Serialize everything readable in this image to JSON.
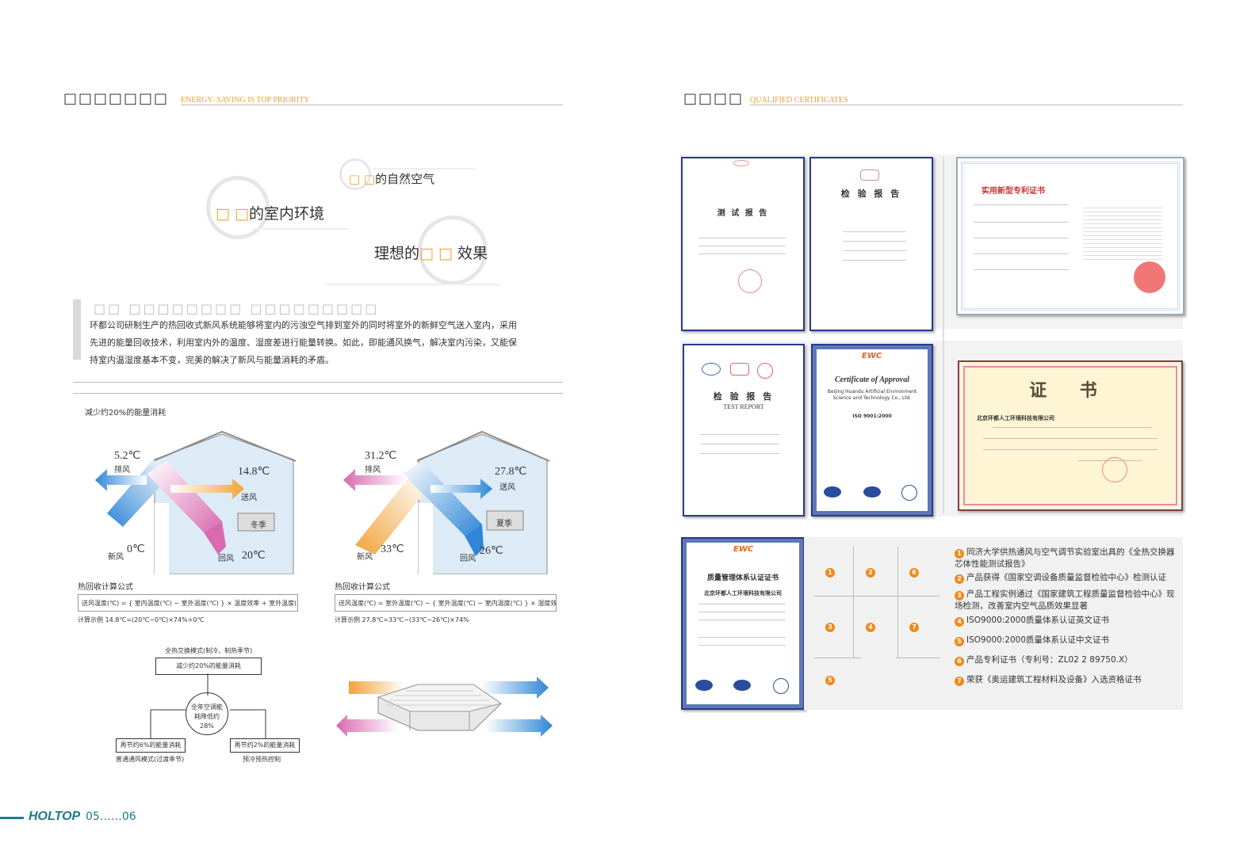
{
  "left": {
    "title_cn": "□□□□□□□",
    "title_en": "ENERGY- SAVING IS TOP PRIORITY",
    "slogans": {
      "s1_hl": "□ □",
      "s1": "的自然空气",
      "s2_hl": "□ □",
      "s2": "的室内环境",
      "s3_a": "理想的",
      "s3_hl": "□ □",
      "s3_b": "效果"
    },
    "section_heading": "□□ □□□□□□□□ □□□□□□□□□",
    "paragraph": "环都公司研制生产的热回收式新风系统能够将室内的污浊空气排到室外的同时将室外的新鲜空气送入室内，采用先进的能量回收技术，利用室内外的温度、湿度差进行能量转换。如此，即能通风换气，解决室内污染，又能保持室内温湿度基本不变，完美的解决了新风与能量消耗的矛盾。",
    "reduce_label": "减少约20%的能量消耗",
    "winter": {
      "exhaust_temp": "5.2℃",
      "exhaust": "排风",
      "supply_temp": "14.8℃",
      "supply": "送风",
      "fresh": "新风",
      "fresh_temp": "0℃",
      "return": "回风",
      "return_temp": "20℃",
      "season": "冬季",
      "formula_title": "热回收计算公式",
      "formula": "送风温度(℃) = { 室内温度(℃) − 室外温度(℃) } × 温度效率 + 室外温度(℃)",
      "example": "计算示例 14.8℃=(20℃−0℃)×74%+0℃"
    },
    "summer": {
      "exhaust_temp": "31.2℃",
      "exhaust": "排风",
      "supply_temp": "27.8℃",
      "supply": "送风",
      "fresh": "新风",
      "fresh_temp": "33℃",
      "return": "回风",
      "return_temp": "26℃",
      "season": "夏季",
      "formula_title": "热回收计算公式",
      "formula": "送风温度(℃) = 室外温度(℃) − { 室外温度(℃) − 室内温度(℃) } × 湿度效率",
      "example": "计算示例 27.8℃=33℃−(33℃−26℃)×74%"
    },
    "tree": {
      "top_label": "全热交换模式(制冷、制热季节)",
      "top_box": "减少约20%的能量消耗",
      "circle": "全年空调能耗降低约28%",
      "left_box": "再节约6%的能量消耗",
      "left_label": "普通通风模式(过渡季节)",
      "right_box": "再节约2%的能量消耗",
      "right_label": "预冷预热控制"
    },
    "footer_brand": "HOLTOP",
    "footer_pages": "05……06"
  },
  "right": {
    "title_cn": "□□□□",
    "title_en": "QUALIFIED CERTIFICATES",
    "certs": {
      "c1_title": "测 试 报 告",
      "c2_title": "检 验 报 告",
      "c3_title": "实用新型专利证书",
      "c4_title": "检 验 报 告",
      "c4_sub": "TEST REPORT",
      "c5_logo": "EWC",
      "c5_title": "Certificate of Approval",
      "c5_org": "Beijing Huandu Artificial Environment Science and Technology Co., Ltd.",
      "c5_std": "ISO 9001:2000",
      "c6_title": "证 书",
      "c6_org": "北京环都人工环境科技有限公司",
      "c7_logo": "EWC",
      "c7_title": "质量管理体系认证证书",
      "c7_org": "北京环都人工环境科技有限公司"
    },
    "grid_numbers": [
      "1",
      "2",
      "6",
      "3",
      "4",
      "7",
      "5"
    ],
    "legend": [
      {
        "n": "1",
        "text": "同济大学供热通风与空气调节实验室出具的《全热交换器芯体性能测试报告》"
      },
      {
        "n": "2",
        "text": "产品获得《国家空调设备质量监督检验中心》检测认证"
      },
      {
        "n": "3",
        "text": "产品工程实例通过《国家建筑工程质量监督检验中心》现场检测，改善室内空气品质效果显著"
      },
      {
        "n": "4",
        "text": "ISO9000:2000质量体系认证英文证书"
      },
      {
        "n": "5",
        "text": "ISO9000:2000质量体系认证中文证书"
      },
      {
        "n": "6",
        "text": "产品专利证书（专利号：ZL02 2 89750.X）"
      },
      {
        "n": "7",
        "text": "荣获《奥运建筑工程材料及设备》入选资格证书"
      }
    ]
  },
  "colors": {
    "accent": "#f1a33a",
    "blue": "#2f86d6",
    "pink": "#d86ab0",
    "cert_border": "#283a8a",
    "brand": "#1c7a8f"
  }
}
